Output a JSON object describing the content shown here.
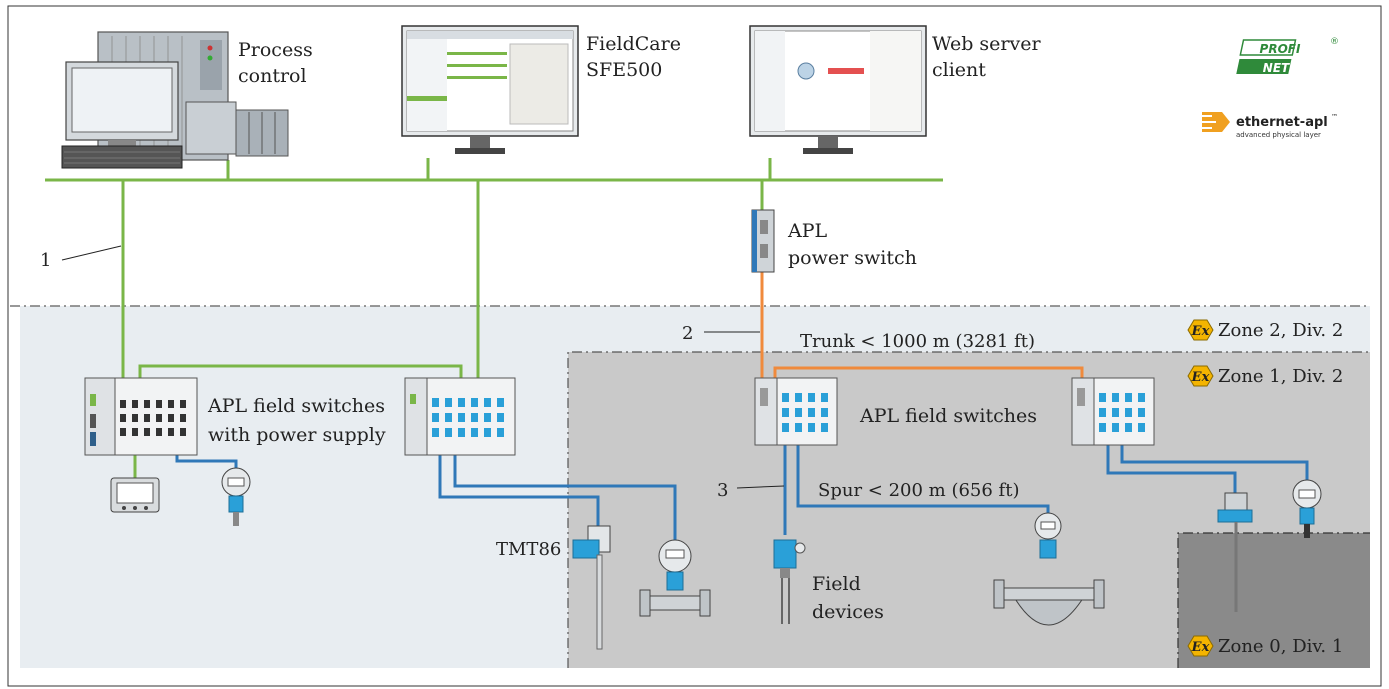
{
  "labels": {
    "process_control_1": "Process",
    "process_control_2": "control",
    "fieldcare_1": "FieldCare",
    "fieldcare_2": "SFE500",
    "web_server_1": "Web server",
    "web_server_2": "client",
    "apl_power_switch_1": "APL",
    "apl_power_switch_2": "power switch",
    "callout_1": "1",
    "callout_2": "2",
    "callout_3": "3",
    "trunk": "Trunk < 1000 m (3281 ft)",
    "apl_field_switches_power_1": "APL field switches",
    "apl_field_switches_power_2": "with power supply",
    "apl_field_switches": "APL field switches",
    "spur": "Spur < 200 m (656 ft)",
    "tmt86": "TMT86",
    "field_devices_1": "Field",
    "field_devices_2": "devices",
    "zone2": "Zone 2, Div. 2",
    "zone1": "Zone 1, Div. 2",
    "zone0": "Zone 0, Div. 1",
    "ex_symbol": "Ex"
  },
  "logos": {
    "profinet_top": "PROFI",
    "profinet_bottom": "NET",
    "profinet_mark": "®",
    "apl_name": "ethernet-apl",
    "apl_tm": "™",
    "apl_sub": "advanced physical layer"
  },
  "colors": {
    "ethernet_green": "#7ab648",
    "trunk_orange": "#f08a3c",
    "spur_blue": "#2f78b8",
    "zone2_bg": "#e8edf1",
    "zone1_bg": "#c9c9c9",
    "zone0_bg": "#8a8a8a",
    "ex_yellow": "#f4b400",
    "device_blue": "#2aa0d8"
  }
}
